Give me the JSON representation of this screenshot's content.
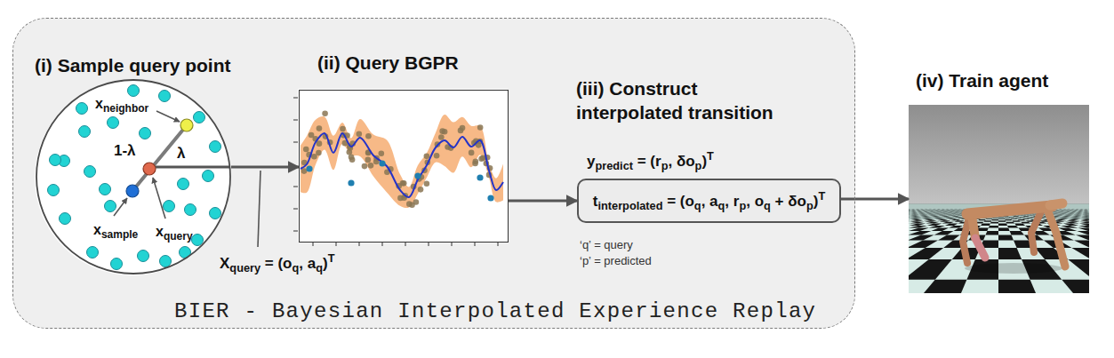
{
  "diagram": {
    "nodes": [
      {
        "text": [
          "BIER - Bayesian Interpolated Experience Replay"
        ]
      },
      {
        "text": [
          "(i) Sample query point",
          "xneighbor",
          "λ",
          "1-λ",
          "xsample",
          "xquery"
        ],
        "in": 0
      },
      {
        "text": [
          "(ii) Query BGPR"
        ],
        "in": 0
      },
      {
        "text": [
          "tinterpolated = (oq, aq, rp, oq + δop)T"
        ],
        "in": 0
      },
      {
        "text": [
          "(iv) Train agent"
        ]
      }
    ],
    "edges": [
      {
        "from": 1,
        "to": 2,
        "arrow": "to"
      },
      {
        "from": 2,
        "to": 3,
        "arrow": "to"
      },
      {
        "from": 3,
        "to": 4,
        "arrow": "to"
      }
    ],
    "labels": [
      "(iii) Construct interpolated transition",
      "Xquery = (oq, aq)T",
      "ypredict = (rp, δop)T",
      "‘q’ = query",
      "‘p’ = predicted"
    ]
  }
}
